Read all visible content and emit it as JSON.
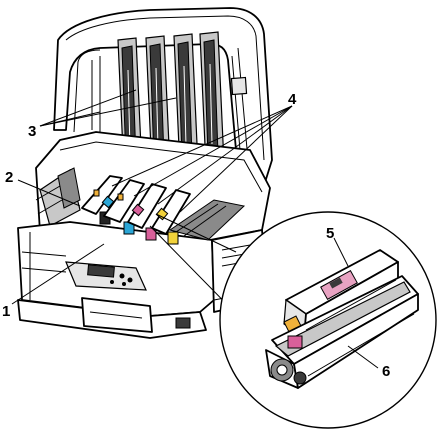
{
  "callouts": {
    "c1": "1",
    "c2": "2",
    "c3": "3",
    "c4": "4",
    "c5": "5",
    "c6": "6"
  },
  "colors": {
    "cyan": "#2ba6d6",
    "magenta": "#d8609a",
    "yellow": "#f2d23a",
    "black": "#222222",
    "pink_label": "#e8a3c2",
    "orange_tab": "#f0b13a",
    "outline": "#000000"
  },
  "icons": [
    "printer-illustration",
    "image-drum-cartridge-illustration",
    "magnifier-circle"
  ]
}
